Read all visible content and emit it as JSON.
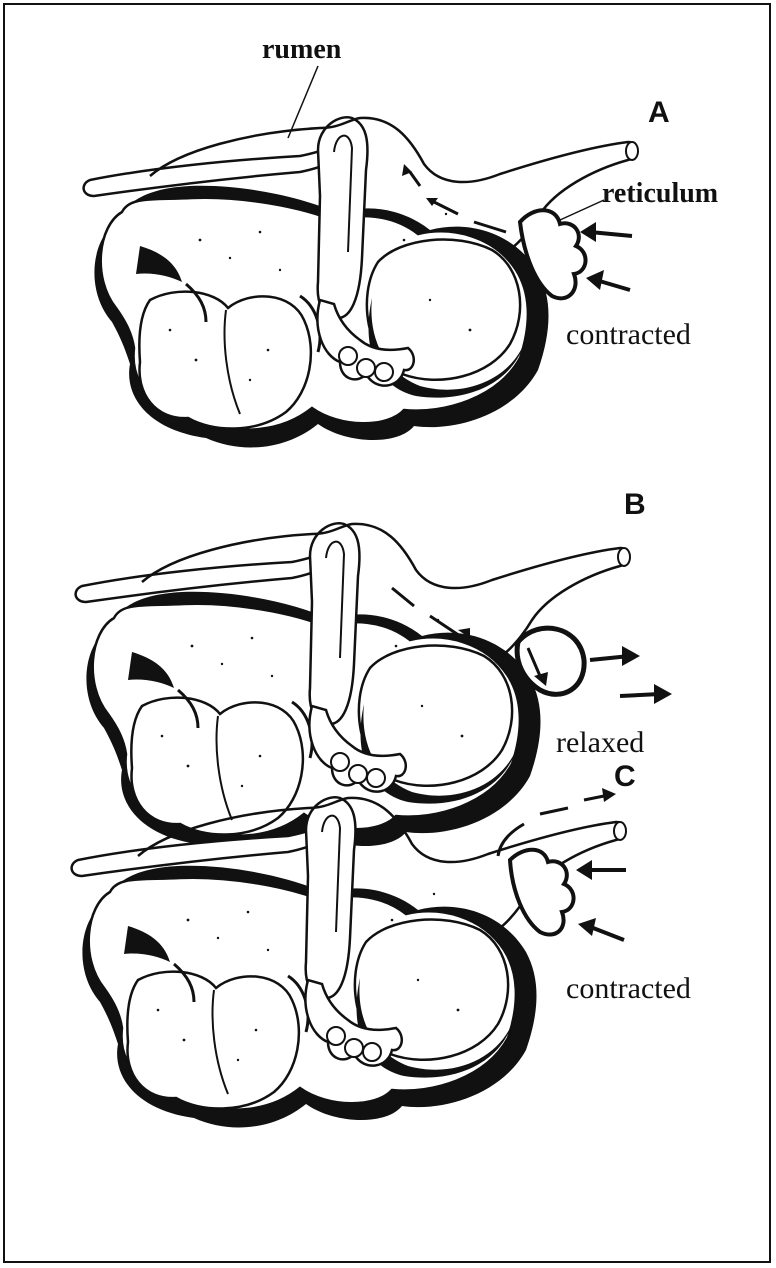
{
  "labels": {
    "rumen": "rumen",
    "reticulum": "reticulum"
  },
  "panels": [
    {
      "letter": "A",
      "state": "contracted"
    },
    {
      "letter": "B",
      "state": "relaxed"
    },
    {
      "letter": "C",
      "state": "contracted"
    }
  ]
}
